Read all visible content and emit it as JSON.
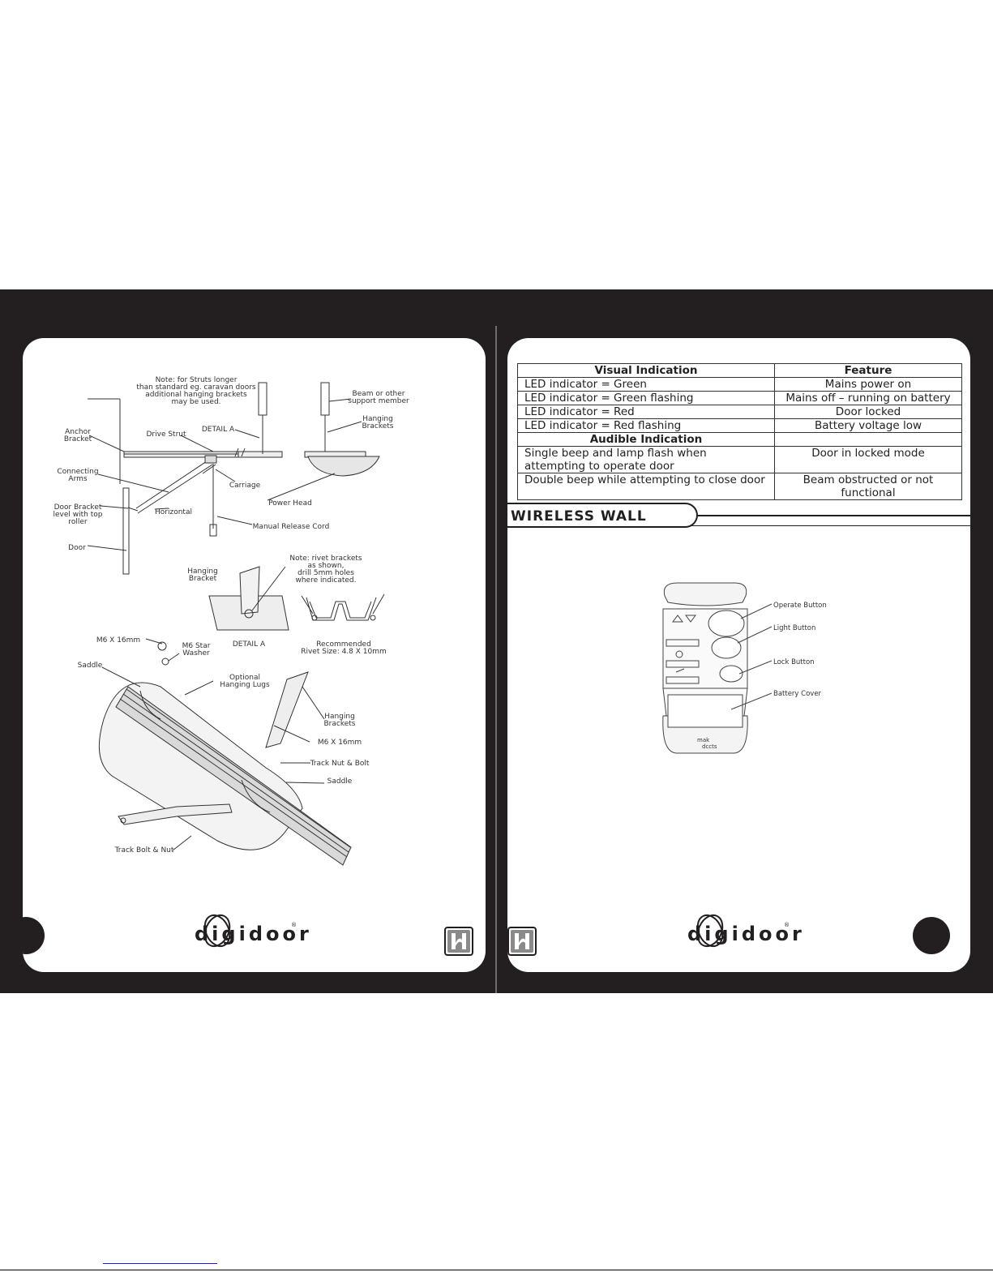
{
  "left_page": {
    "labels": {
      "note_struts": [
        "Note: for Struts longer",
        "than standard eg. caravan doors",
        "additional hanging brackets",
        "may be used."
      ],
      "beam": [
        "Beam or other",
        "support member"
      ],
      "hanging_brackets_top": [
        "Hanging",
        "Brackets"
      ],
      "anchor_bracket": [
        "Anchor",
        "Bracket"
      ],
      "drive_strut": "Drive Strut",
      "detail_a_top": "DETAIL A",
      "connecting_arms": [
        "Connecting",
        "Arms"
      ],
      "carriage": "Carriage",
      "power_head": "Power Head",
      "door_bracket": [
        "Door Bracket",
        "level with top",
        "roller"
      ],
      "horizontal": "Horizontal",
      "manual_release": "Manual Release Cord",
      "door": "Door",
      "hanging_bracket_detail": [
        "Hanging",
        "Bracket"
      ],
      "note_rivet": [
        "Note: rivet brackets",
        "as shown,",
        "drill 5mm holes",
        "where indicated."
      ],
      "detail_a_bottom": "DETAIL A",
      "recommended": [
        "Recommended",
        "Rivet Size: 4.8 X 10mm"
      ],
      "m6_top": "M6 X 16mm",
      "m6_star": [
        "M6 Star",
        "Washer"
      ],
      "saddle_top": "Saddle",
      "optional_lugs": [
        "Optional",
        "Hanging Lugs"
      ],
      "hanging_brackets_bottom": [
        "Hanging",
        "Brackets"
      ],
      "m6_right": "M6 X 16mm",
      "track_nut": "Track Nut & Bolt",
      "saddle_right": "Saddle",
      "track_bolt": "Track Bolt & Nut"
    }
  },
  "right_page": {
    "table": {
      "header_visual": "Visual Indication",
      "header_feature": "Feature",
      "visual_rows": [
        {
          "indication": "LED indicator = Green",
          "feature": "Mains power on"
        },
        {
          "indication": "LED indicator = Green flashing",
          "feature": "Mains off – running on battery"
        },
        {
          "indication": "LED indicator = Red",
          "feature": "Door locked"
        },
        {
          "indication": "LED indicator = Red flashing",
          "feature": "Battery voltage low"
        }
      ],
      "header_audible": "Audible Indication",
      "audible_rows": [
        {
          "indication": "Single beep and lamp flash when attempting to operate door",
          "feature": "Door in locked mode"
        },
        {
          "indication": "Double beep while attempting to close door",
          "feature": "Beam obstructed or not functional"
        }
      ]
    },
    "section_title": "WIRELESS WALL CONSOLE",
    "console_labels": {
      "operate": "Operate Button",
      "light": "Light Button",
      "lock": "Lock Button",
      "battery": "Battery Cover",
      "brand_small": [
        "mak",
        "dccts"
      ]
    }
  },
  "brand": {
    "logo_text": "digidoor",
    "registered": "®"
  },
  "colors": {
    "spread_background": "#231f20",
    "page_background": "#ffffff",
    "divider": "#6d6d6d",
    "link_underline": "#1a1aff"
  }
}
